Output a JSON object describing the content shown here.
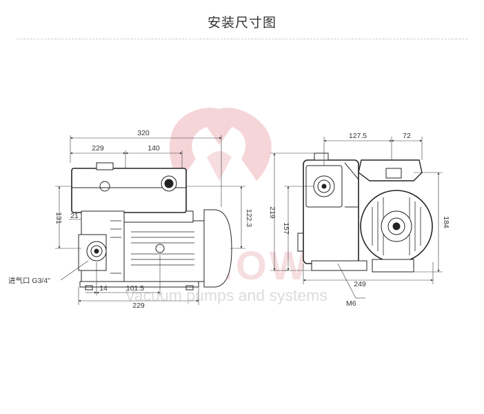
{
  "page": {
    "title": "安装尺寸图"
  },
  "watermark": {
    "brand": "EVNOW",
    "tagline": "Vacuum pumps and systems",
    "logo_color": "#e8a0a6"
  },
  "front_view": {
    "dim_overall_length": "320",
    "dim_left": "229",
    "dim_right": "140",
    "dim_height_131": "131",
    "dim_21": "21",
    "dim_height_122": "122.3",
    "dim_14": "14",
    "dim_101": "101.5",
    "dim_base_229": "229",
    "inlet_label": "进气口 G3/4\""
  },
  "side_view": {
    "dim_127": "127.5",
    "dim_72": "72",
    "dim_219": "219",
    "dim_157": "157",
    "dim_184": "184",
    "dim_249": "249",
    "thread_label": "M6"
  }
}
